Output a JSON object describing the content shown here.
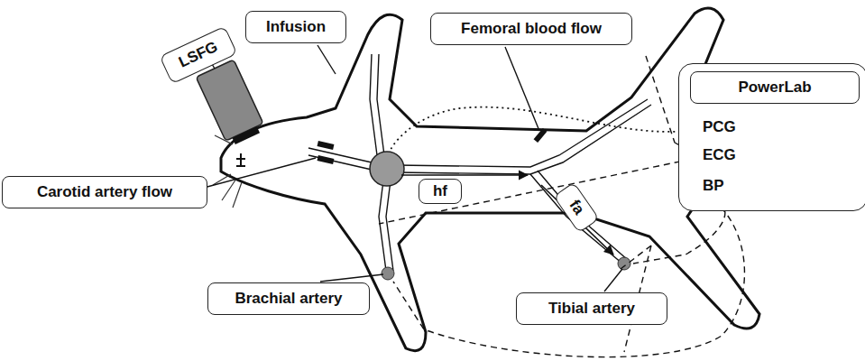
{
  "diagram": {
    "nodes": [
      {
        "text": [
          "LSFG"
        ]
      },
      {
        "text": [
          "Infusion"
        ]
      },
      {
        "text": [
          "Femoral blood flow"
        ]
      },
      {
        "text": [
          "PCG",
          "ECG",
          "BP"
        ]
      },
      {
        "text": [
          "PowerLab"
        ],
        "in": 3
      },
      {
        "text": [
          "Carotid artery flow"
        ]
      },
      {
        "text": [
          "hf"
        ]
      },
      {
        "text": [
          "fa"
        ]
      },
      {
        "text": [
          "Brachial artery"
        ]
      },
      {
        "text": [
          "Tibial artery"
        ]
      }
    ]
  }
}
